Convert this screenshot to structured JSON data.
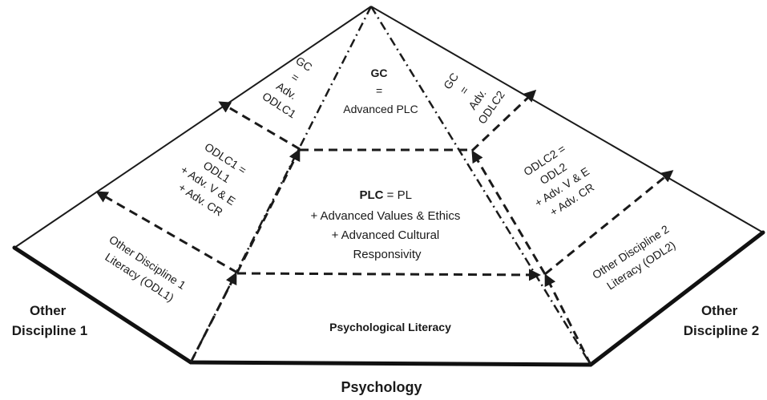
{
  "labels": {
    "other_discipline_1": [
      "Other",
      "Discipline 1"
    ],
    "other_discipline_2": [
      "Other",
      "Discipline 2"
    ],
    "psychology": "Psychology"
  },
  "center": {
    "bottom": "Psychological Literacy",
    "middle_bold": "PLC",
    "middle_rest": " = PL",
    "middle_lines": [
      "+ Advanced Values & Ethics",
      "+ Advanced Cultural",
      "Responsivity"
    ],
    "top_bold": "GC",
    "top_eq": "=",
    "top_line": "Advanced PLC"
  },
  "left": {
    "bottom": [
      "Other Discipline 1",
      "Literacy (ODL1)"
    ],
    "middle": [
      "ODLC1 =",
      "ODL1",
      "+ Adv. V & E",
      "+ Adv. CR"
    ],
    "top": [
      "GC",
      "=",
      "Adv.",
      "ODLC1"
    ]
  },
  "right": {
    "bottom": [
      "Other Discipline 2",
      "Literacy (ODL2)"
    ],
    "middle": [
      "ODLC2 =",
      "ODL2",
      "+ Adv. V & E",
      "+ Adv. CR"
    ],
    "top": [
      "GC",
      "=",
      "Adv.",
      "ODLC2"
    ]
  }
}
